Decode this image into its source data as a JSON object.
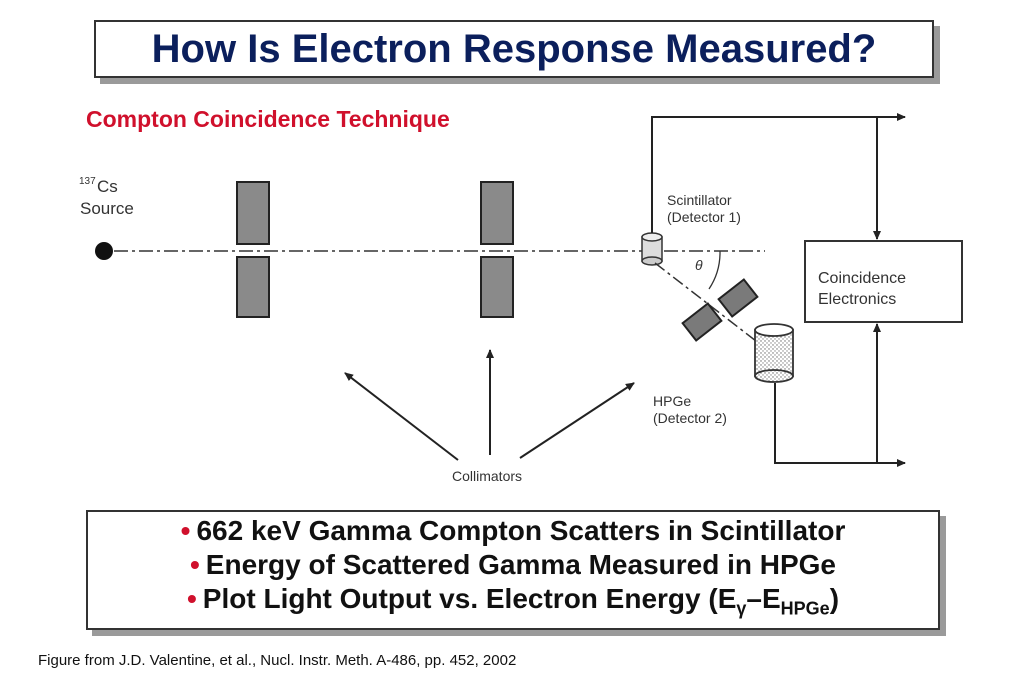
{
  "title": "How Is Electron Response Measured?",
  "subtitle": "Compton Coincidence Technique",
  "diagram": {
    "source_mass_number": "137",
    "source_element": "Cs",
    "source_word": "Source",
    "scintillator_line1": "Scintillator",
    "scintillator_line2": "(Detector 1)",
    "angle_symbol": "θ",
    "coincidence_line1": "Coincidence",
    "coincidence_line2": "Electronics",
    "hpge_line1": "HPGe",
    "hpge_line2": "(Detector 2)",
    "collimators_label": "Collimators"
  },
  "bullets": {
    "b1": "662 keV Gamma Compton Scatters in Scintillator",
    "b2": "Energy of Scattered Gamma Measured in HPGe",
    "b3_prefix": "Plot Light Output vs. Electron Energy (E",
    "b3_sub1": "γ",
    "b3_mid": "–E",
    "b3_sub2": "HPGe",
    "b3_suffix": ")",
    "bullet_char": "•"
  },
  "footer": "Figure from J.D. Valentine, et al., Nucl. Instr. Meth. A-486, pp. 452, 2002",
  "colors": {
    "title": "#0b1f5c",
    "subtitle": "#d0102c",
    "bullet_dot": "#d0102c"
  }
}
